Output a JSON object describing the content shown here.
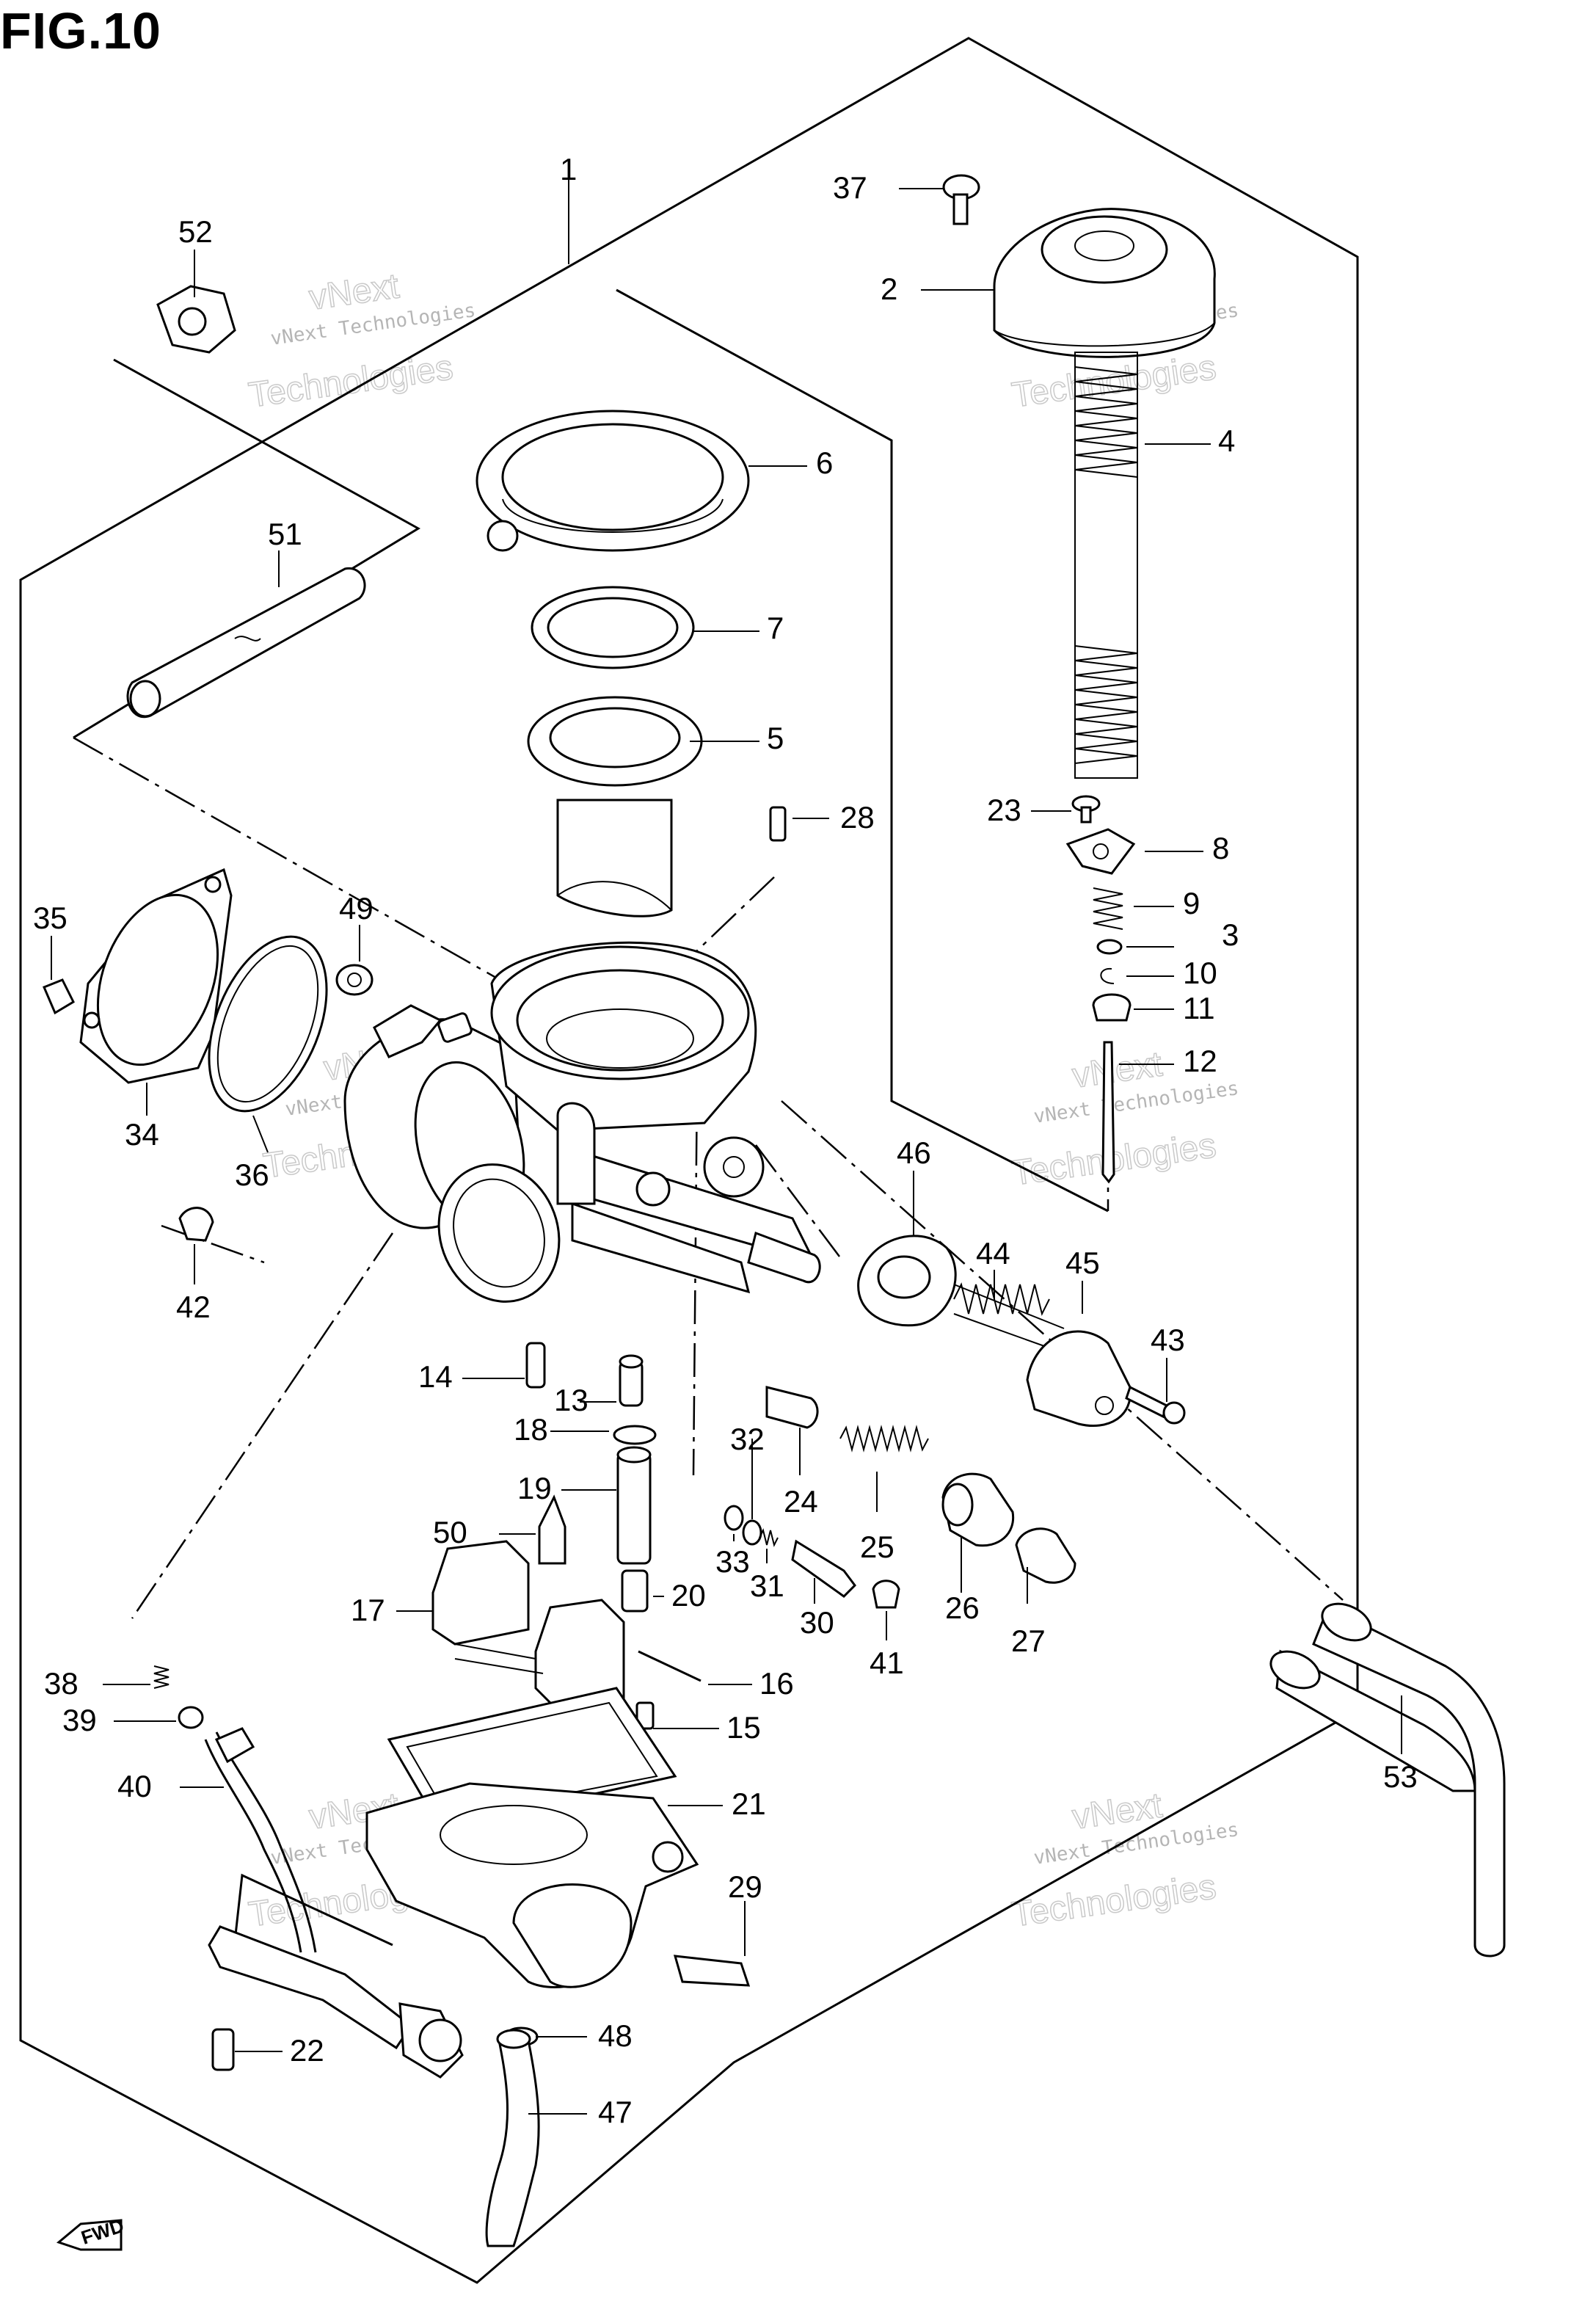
{
  "figure": {
    "title": "FIG.10"
  },
  "watermark": {
    "line1": "vNext Technologies",
    "line2": "Technologies",
    "line3": "vNext"
  },
  "fwd_badge": {
    "label": "FWD",
    "icon": "forward-arrow-icon"
  },
  "callouts": {
    "c1": "1",
    "c2": "2",
    "c3": "3",
    "c4": "4",
    "c5": "5",
    "c6": "6",
    "c7": "7",
    "c8": "8",
    "c9": "9",
    "c10": "10",
    "c11": "11",
    "c12": "12",
    "c13": "13",
    "c14": "14",
    "c15": "15",
    "c16": "16",
    "c17": "17",
    "c18": "18",
    "c19": "19",
    "c20": "20",
    "c21": "21",
    "c22": "22",
    "c23": "23",
    "c24": "24",
    "c25": "25",
    "c26": "26",
    "c27": "27",
    "c28": "28",
    "c29": "29",
    "c30": "30",
    "c31": "31",
    "c32": "32",
    "c33": "33",
    "c34": "34",
    "c35": "35",
    "c36": "36",
    "c37": "37",
    "c38": "38",
    "c39": "39",
    "c40": "40",
    "c41": "41",
    "c42": "42",
    "c43": "43",
    "c44": "44",
    "c45": "45",
    "c46": "46",
    "c47": "47",
    "c48": "48",
    "c49": "49",
    "c50": "50",
    "c51": "51",
    "c52": "52",
    "c53": "53"
  }
}
